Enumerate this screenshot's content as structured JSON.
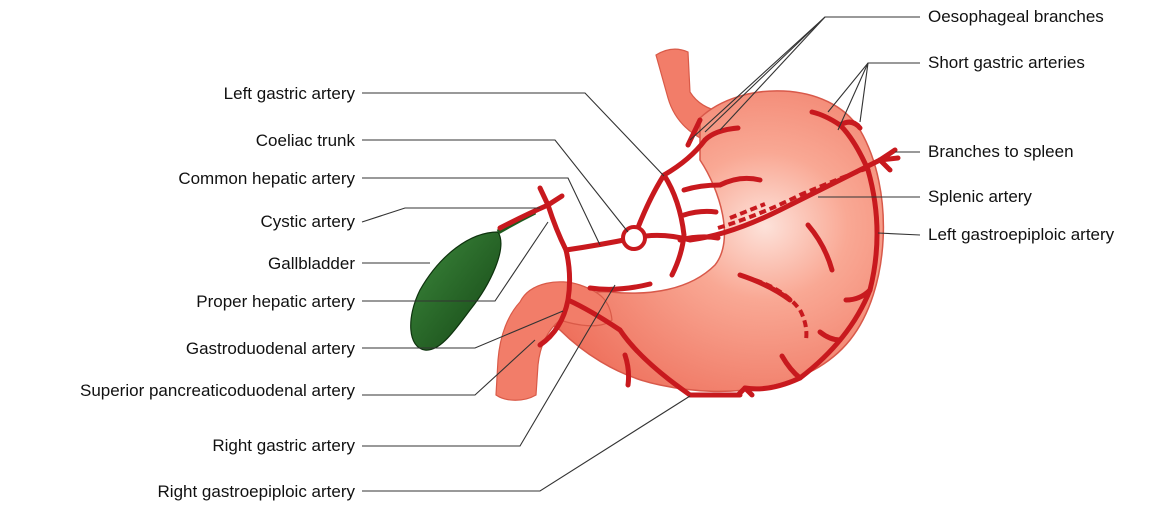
{
  "diagram": {
    "colors": {
      "stomach": "#f07c68",
      "stomach_highlight": "#fbd3c8",
      "artery": "#c8191e",
      "gallbladder": "#1e5a1e",
      "leader_line": "#333333"
    },
    "labels_left": {
      "left_gastric": "Left gastric artery",
      "coeliac": "Coeliac trunk",
      "common_hepatic": "Common hepatic artery",
      "cystic": "Cystic artery",
      "gallbladder": "Gallbladder",
      "proper_hepatic": "Proper hepatic artery",
      "gastroduodenal": "Gastroduodenal artery",
      "sup_pancreaticoduodenal": "Superior pancreaticoduodenal artery",
      "right_gastric": "Right gastric artery",
      "right_gastroepiploic": "Right gastroepiploic artery"
    },
    "labels_right": {
      "oesophageal": "Oesophageal branches",
      "short_gastric": "Short gastric arteries",
      "spleen_branches": "Branches to spleen",
      "splenic": "Splenic artery",
      "left_gastroepiploic": "Left gastroepiploic artery"
    }
  }
}
